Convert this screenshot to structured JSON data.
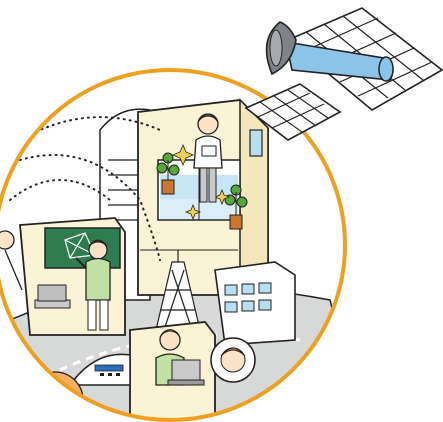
{
  "illustration": {
    "elements": [
      "satellite",
      "orange-circle-frame",
      "office-building",
      "teacher-at-blackboard",
      "city-tower",
      "small-office-building",
      "student-at-laptop",
      "speech-bubble-face",
      "train",
      "dotted-signal-lines"
    ],
    "colors": {
      "frame_orange": "#f0a020",
      "building_cream": "#fbf3d6",
      "satellite_blue": "#8cc3e8",
      "panel_outline": "#222222",
      "board_green": "#2f7d4f",
      "window_blue": "#b8def2",
      "ground_gray": "#d7d8d8",
      "plant_green": "#56a83a",
      "tower_gray": "#7b7f85"
    }
  }
}
